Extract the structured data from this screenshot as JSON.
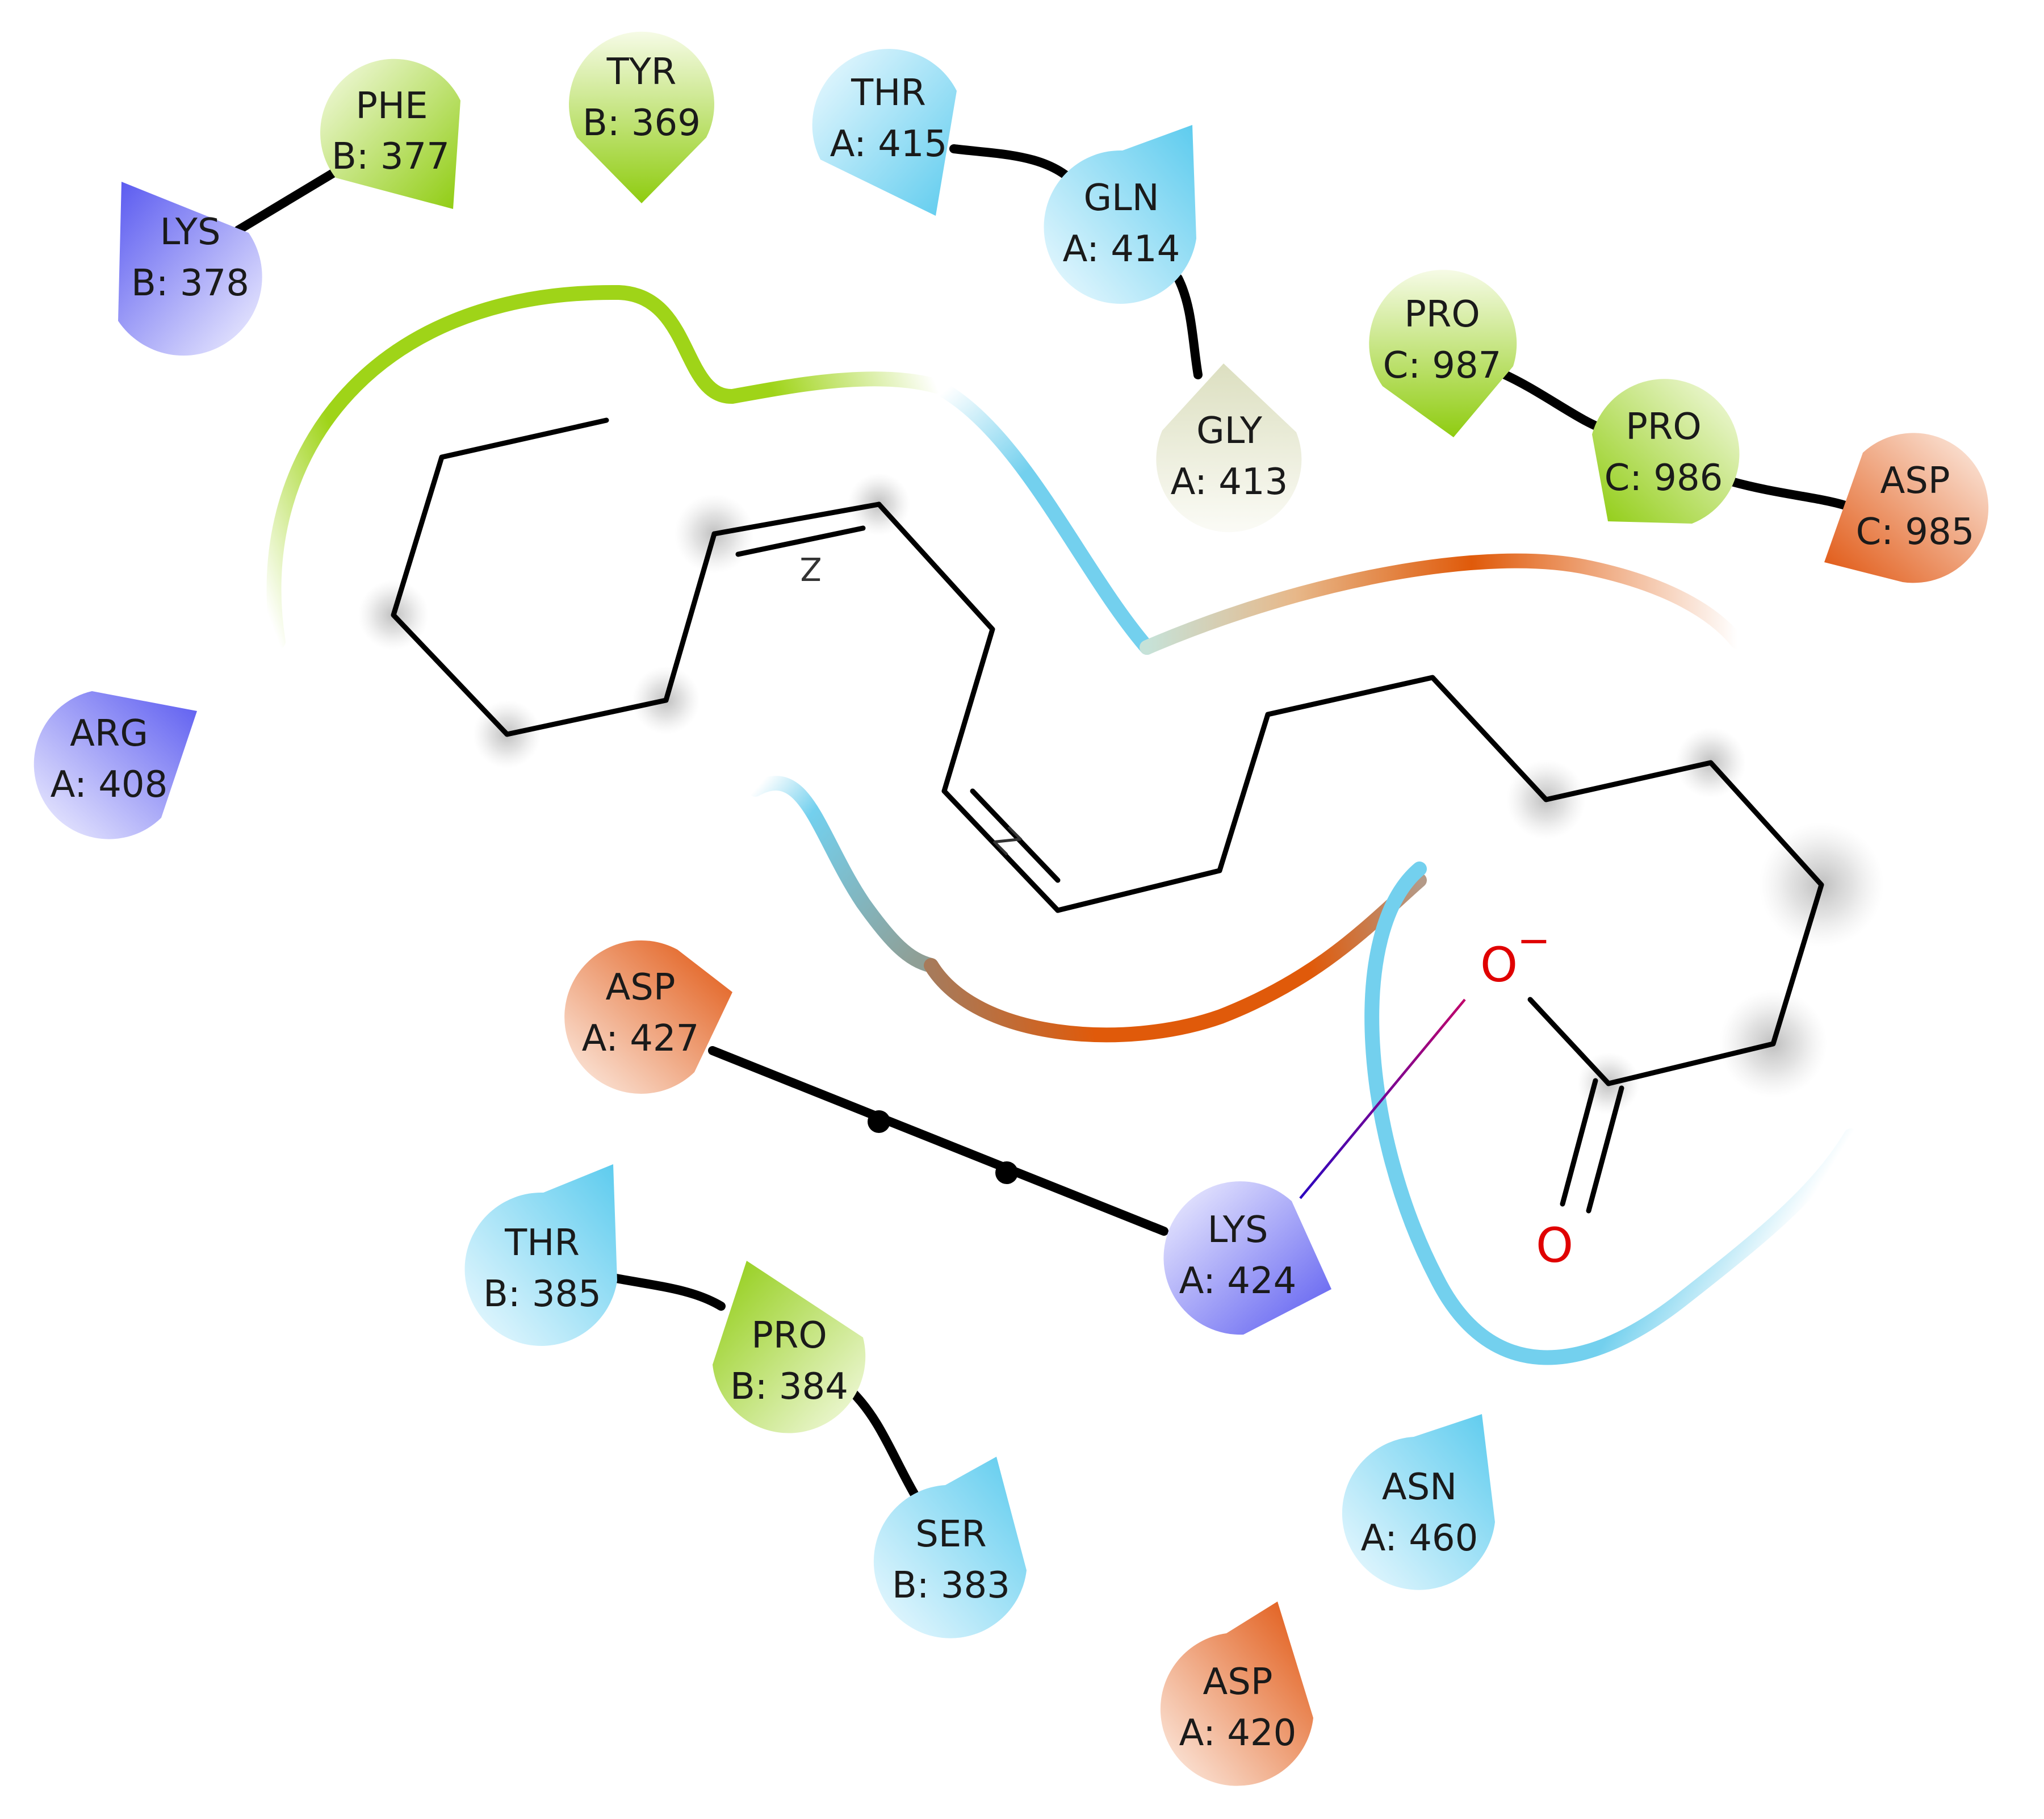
{
  "residues": [
    {
      "id": "lys_b378",
      "name": "LYS",
      "num": "B: 378",
      "type": "basic",
      "tip": "top-left"
    },
    {
      "id": "phe_b377",
      "name": "PHE",
      "num": "B: 377",
      "type": "hydrophobic",
      "tip": "bottom-right"
    },
    {
      "id": "tyr_b369",
      "name": "TYR",
      "num": "B: 369",
      "type": "hydrophobic",
      "tip": "bottom"
    },
    {
      "id": "thr_a415",
      "name": "THR",
      "num": "A: 415",
      "type": "polar",
      "tip": "bottom-right"
    },
    {
      "id": "gln_a414",
      "name": "GLN",
      "num": "A: 414",
      "type": "polar",
      "tip": "top-right"
    },
    {
      "id": "gly_a413",
      "name": "GLY",
      "num": "A: 413",
      "type": "glycine",
      "tip": "top"
    },
    {
      "id": "pro_c987",
      "name": "PRO",
      "num": "C: 987",
      "type": "hydrophobic",
      "tip": "bottom"
    },
    {
      "id": "pro_c986",
      "name": "PRO",
      "num": "C: 986",
      "type": "hydrophobic",
      "tip": "bottom-left"
    },
    {
      "id": "asp_c985",
      "name": "ASP",
      "num": "C: 985",
      "type": "acidic",
      "tip": "bottom-left"
    },
    {
      "id": "arg_a408",
      "name": "ARG",
      "num": "A: 408",
      "type": "basic",
      "tip": "top-right"
    },
    {
      "id": "asp_a427",
      "name": "ASP",
      "num": "A: 427",
      "type": "acidic",
      "tip": "top-right"
    },
    {
      "id": "thr_b385",
      "name": "THR",
      "num": "B: 385",
      "type": "polar",
      "tip": "top-right"
    },
    {
      "id": "pro_b384",
      "name": "PRO",
      "num": "B: 384",
      "type": "hydrophobic",
      "tip": "top-left"
    },
    {
      "id": "ser_b383",
      "name": "SER",
      "num": "B: 383",
      "type": "polar",
      "tip": "top-right"
    },
    {
      "id": "lys_a424",
      "name": "LYS",
      "num": "A: 424",
      "type": "basic",
      "tip": "bottom-right"
    },
    {
      "id": "asn_a460",
      "name": "ASN",
      "num": "A: 460",
      "type": "polar",
      "tip": "top-right"
    },
    {
      "id": "asp_a420",
      "name": "ASP",
      "num": "A: 420",
      "type": "acidic",
      "tip": "top-right"
    }
  ],
  "ligand": {
    "oxygen_charged": "O",
    "charge": "−",
    "oxygen_carbonyl": "O",
    "stereo_1": "Z",
    "stereo_2": "Z"
  },
  "residue_colors": {
    "basic": "#6f6ff2",
    "acidic": "#e35d1a",
    "polar": "#6ed0ee",
    "hydrophobic": "#9fd02a",
    "glycine": "#e0e4c8"
  },
  "pocket_colors": {
    "hydrophobic": "#9fd418",
    "polar": "#73d0ee",
    "acidic": "#e05a0a"
  },
  "bond_colors": {
    "backbone": "#000000",
    "salt_bridge": "#3a00b0"
  }
}
